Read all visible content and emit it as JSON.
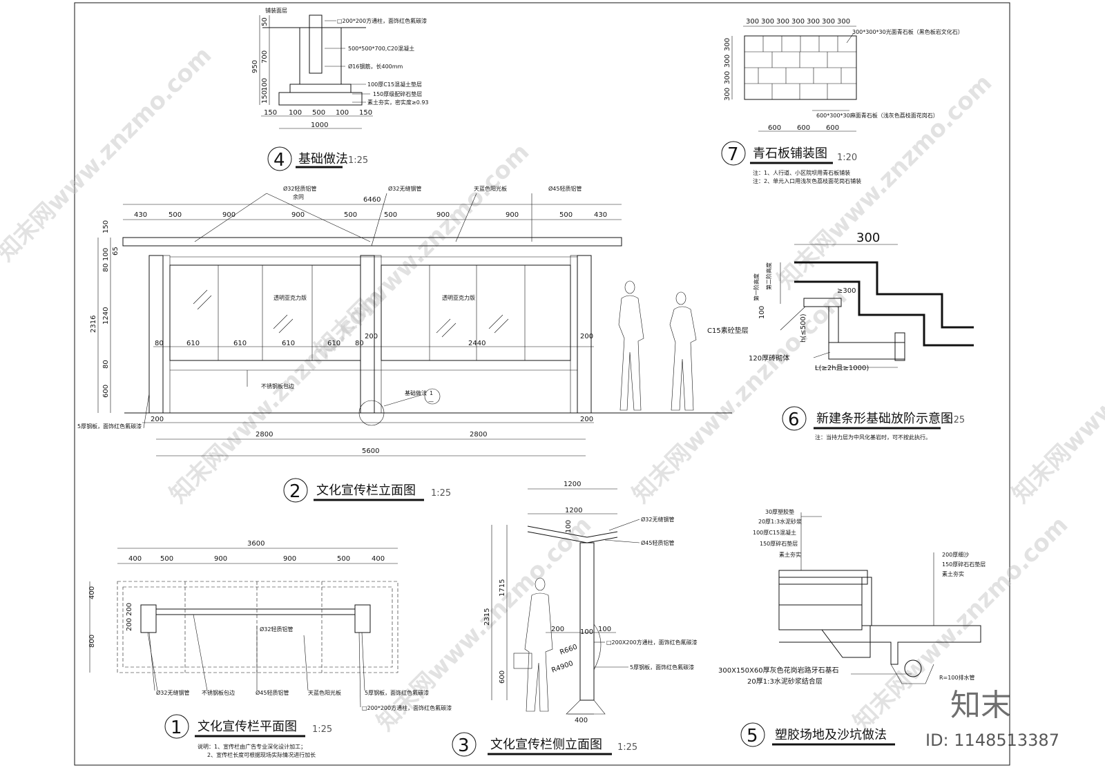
{
  "sheet": {
    "brand": "知末",
    "id_label": "ID: 1148513387",
    "watermark": "知末网www.znzmo.com"
  },
  "d4": {
    "num": "4",
    "title": "基础做法",
    "scale": "1:25",
    "labels": [
      "铺装面层",
      "□200*200方通柱，面饰红色氟碳漆",
      "500*500*700,C20混凝土",
      "Ø16钢筋，长400mm",
      "100厚C15混凝土垫层",
      "150厚级配碎石垫层",
      "素土夯实，密实度≥0.93"
    ],
    "dims_v": [
      "50",
      "700",
      "100",
      "150",
      "950"
    ],
    "dims_h": [
      "150",
      "100",
      "500",
      "100",
      "150",
      "1000"
    ]
  },
  "d7": {
    "num": "7",
    "title": "青石板铺装图",
    "scale": "1:20",
    "top_dims": [
      "300",
      "300",
      "300",
      "300",
      "300",
      "300",
      "300"
    ],
    "side_dims": [
      "300",
      "300",
      "300",
      "300"
    ],
    "bottom_dims": [
      "600",
      "600",
      "600"
    ],
    "label_top": "300*300*30光面青石板（黑色板岩文化石）",
    "label_bottom": "600*300*30麻面青石板（浅灰色荔枝面花岗石）",
    "notes": [
      "注：1、人行道、小区院坝用青石板铺装",
      "注：2、单元入口用浅灰色荔枝面花岗石铺装"
    ]
  },
  "d2": {
    "num": "2",
    "title": "文化宣传栏立面图",
    "scale": "1:25",
    "top_labels": [
      "Ø32轻质铝管",
      "Ø32无缝钢管",
      "天蓝色阳光板",
      "Ø45轻质铝管"
    ],
    "top_sub": "余同",
    "overall_top": "6460",
    "top_dims": [
      "430",
      "500",
      "900",
      "900",
      "500",
      "500",
      "900",
      "900",
      "500",
      "430"
    ],
    "left_dims": [
      "150",
      "100",
      "80",
      "65",
      "1240",
      "80",
      "600",
      "2316"
    ],
    "panel_text": [
      "透明亚克力版",
      "透明亚克力版"
    ],
    "mid_dims": [
      "80",
      "610",
      "610",
      "610",
      "610",
      "80",
      "200",
      "2440",
      "200"
    ],
    "base_labels": [
      "不锈钢板包边",
      "基础做法",
      "5厚钢板，面饰红色氟碳漆"
    ],
    "callout": [
      "1",
      "—"
    ],
    "bottom_dims": [
      "200",
      "200",
      "2800",
      "2800",
      "5600"
    ]
  },
  "d6": {
    "num": "6",
    "title": "新建条形基础放阶示意图",
    "scale": "1:25",
    "labels": [
      "300",
      "第一阶高度",
      "第二阶高度",
      "≥300",
      "C15素砼垫层",
      "h(≤500)",
      "100",
      "120厚砖砌体",
      "L(≥2h且≥1000)"
    ],
    "note": "注：当持力层为中风化基岩时，可不按此执行。"
  },
  "d1": {
    "num": "1",
    "title": "文化宣传栏平面图",
    "scale": "1:25",
    "overall": "3600",
    "top_dims": [
      "400",
      "500",
      "900",
      "900",
      "500",
      "400"
    ],
    "left_dims": [
      "400",
      "800",
      "200",
      "200"
    ],
    "labels": [
      "Ø32轻质铝管",
      "Ø32无缝钢管",
      "不锈钢板包边",
      "Ø45轻质铝管",
      "天蓝色阳光板",
      "5厚钢板，面饰红色氟碳漆",
      "□200*200方通柱，面饰红色氟碳漆"
    ],
    "notes": [
      "说明：1、宣传栏由广告专业深化设计加工；",
      "2、宣传栏长度可根据现场实际情况进行加长"
    ]
  },
  "d3": {
    "num": "3",
    "title": "文化宣传栏侧立面图",
    "scale": "1:25",
    "dims": [
      "1200",
      "1200",
      "100",
      "1715",
      "2315",
      "600",
      "200",
      "100",
      "100",
      "400"
    ],
    "labels": [
      "Ø32无缝钢管",
      "Ø45轻质铝管",
      "□200X200方通柱，面饰红色氟碳漆",
      "5厚钢板，面饰红色氟碳漆",
      "R660",
      "R4900"
    ]
  },
  "d5": {
    "num": "5",
    "title": "塑胶场地及沙坑做法",
    "labels_left": [
      "30厚塑胶垫",
      "20厚1:3水泥砂浆",
      "100厚C15混凝土",
      "150厚碎石垫层",
      "素土夯实"
    ],
    "labels_right": [
      "200厚细沙",
      "150厚碎石石垫层",
      "素土夯实"
    ],
    "labels_bottom": [
      "300X150X60厚灰色花岗岩路牙石基石",
      "20厚1:3水泥砂浆结合层",
      "R=100排水管"
    ]
  }
}
